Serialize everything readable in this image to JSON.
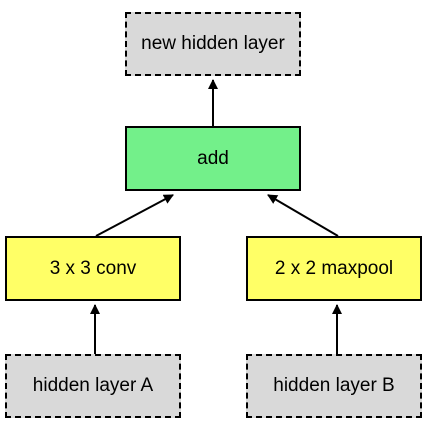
{
  "nodes": {
    "new_hidden_layer": "new hidden layer",
    "add": "add",
    "conv": "3 x 3 conv",
    "maxpool": "2 x 2 maxpool",
    "hidden_a": "hidden layer A",
    "hidden_b": "hidden layer B"
  },
  "colors": {
    "dashed_fill": "#d9d9d9",
    "conv_fill": "#ffff66",
    "add_fill": "#73f08a",
    "stroke": "#000000"
  }
}
